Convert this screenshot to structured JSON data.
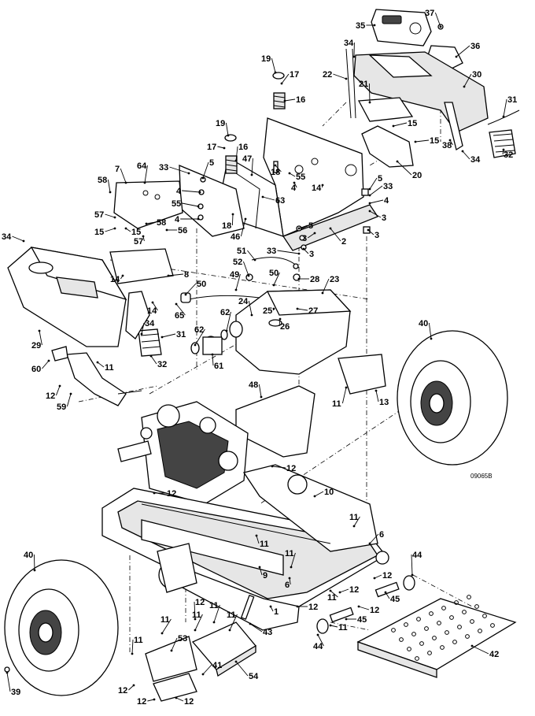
{
  "figure": {
    "reference_code": "09065B"
  },
  "callouts": [
    {
      "id": "c35",
      "text": "35"
    },
    {
      "id": "c37",
      "text": "37"
    },
    {
      "id": "c36",
      "text": "36"
    },
    {
      "id": "c34a",
      "text": "34"
    },
    {
      "id": "c22",
      "text": "22"
    },
    {
      "id": "c21",
      "text": "21"
    },
    {
      "id": "c30",
      "text": "30"
    },
    {
      "id": "c31a",
      "text": "31"
    },
    {
      "id": "c32a",
      "text": "32"
    },
    {
      "id": "c15a",
      "text": "15"
    },
    {
      "id": "c15b",
      "text": "15"
    },
    {
      "id": "c38",
      "text": "38"
    },
    {
      "id": "c34b",
      "text": "34"
    },
    {
      "id": "c20",
      "text": "20"
    },
    {
      "id": "c19a",
      "text": "19"
    },
    {
      "id": "c17a",
      "text": "17"
    },
    {
      "id": "c16a",
      "text": "16"
    },
    {
      "id": "c19b",
      "text": "19"
    },
    {
      "id": "c17b",
      "text": "17"
    },
    {
      "id": "c16b",
      "text": "16"
    },
    {
      "id": "c18",
      "text": "18"
    },
    {
      "id": "c47",
      "text": "47"
    },
    {
      "id": "c33a",
      "text": "33"
    },
    {
      "id": "c5a",
      "text": "5"
    },
    {
      "id": "c4a",
      "text": "4"
    },
    {
      "id": "c55a",
      "text": "55"
    },
    {
      "id": "c14a",
      "text": "14"
    },
    {
      "id": "c4b",
      "text": "4"
    },
    {
      "id": "c5b",
      "text": "5"
    },
    {
      "id": "c33b",
      "text": "33"
    },
    {
      "id": "c4c",
      "text": "4"
    },
    {
      "id": "c3a",
      "text": "3"
    },
    {
      "id": "c7",
      "text": "7"
    },
    {
      "id": "c64",
      "text": "64"
    },
    {
      "id": "c58a",
      "text": "58"
    },
    {
      "id": "c55b",
      "text": "55"
    },
    {
      "id": "c4d",
      "text": "4"
    },
    {
      "id": "c63",
      "text": "63"
    },
    {
      "id": "c57a",
      "text": "57"
    },
    {
      "id": "c15c",
      "text": "15"
    },
    {
      "id": "c15d",
      "text": "15"
    },
    {
      "id": "c58b",
      "text": "58"
    },
    {
      "id": "c56",
      "text": "56"
    },
    {
      "id": "c18b",
      "text": "18"
    },
    {
      "id": "c46",
      "text": "46"
    },
    {
      "id": "c57b",
      "text": "57"
    },
    {
      "id": "c3b",
      "text": "3"
    },
    {
      "id": "c5c",
      "text": "5"
    },
    {
      "id": "c2",
      "text": "2"
    },
    {
      "id": "c3c",
      "text": "3"
    },
    {
      "id": "c34c",
      "text": "34"
    },
    {
      "id": "c33c",
      "text": "33"
    },
    {
      "id": "c3d",
      "text": "3"
    },
    {
      "id": "c51",
      "text": "51"
    },
    {
      "id": "c52",
      "text": "52"
    },
    {
      "id": "c14b",
      "text": "14"
    },
    {
      "id": "c8",
      "text": "8"
    },
    {
      "id": "c49",
      "text": "49"
    },
    {
      "id": "c50a",
      "text": "50"
    },
    {
      "id": "c28",
      "text": "28"
    },
    {
      "id": "c50b",
      "text": "50"
    },
    {
      "id": "c23",
      "text": "23"
    },
    {
      "id": "c24",
      "text": "24"
    },
    {
      "id": "c25",
      "text": "25"
    },
    {
      "id": "c27",
      "text": "27"
    },
    {
      "id": "c26",
      "text": "26"
    },
    {
      "id": "c65",
      "text": "65"
    },
    {
      "id": "c14c",
      "text": "14"
    },
    {
      "id": "c34d",
      "text": "34"
    },
    {
      "id": "c62a",
      "text": "62"
    },
    {
      "id": "c62b",
      "text": "62"
    },
    {
      "id": "c29",
      "text": "29"
    },
    {
      "id": "c31b",
      "text": "31"
    },
    {
      "id": "c61",
      "text": "61"
    },
    {
      "id": "c40a",
      "text": "40"
    },
    {
      "id": "c60",
      "text": "60"
    },
    {
      "id": "c11a",
      "text": "11"
    },
    {
      "id": "c32b",
      "text": "32"
    },
    {
      "id": "c12a",
      "text": "12"
    },
    {
      "id": "c59",
      "text": "59"
    },
    {
      "id": "c48",
      "text": "48"
    },
    {
      "id": "c11b",
      "text": "11"
    },
    {
      "id": "c13",
      "text": "13"
    },
    {
      "id": "c12b",
      "text": "12"
    },
    {
      "id": "c10",
      "text": "10"
    },
    {
      "id": "c12c",
      "text": "12"
    },
    {
      "id": "c11c",
      "text": "11"
    },
    {
      "id": "c6a",
      "text": "6"
    },
    {
      "id": "c11d",
      "text": "11"
    },
    {
      "id": "c40b",
      "text": "40"
    },
    {
      "id": "c11e",
      "text": "11"
    },
    {
      "id": "c9",
      "text": "9"
    },
    {
      "id": "c12d",
      "text": "12"
    },
    {
      "id": "c44a",
      "text": "44"
    },
    {
      "id": "c6b",
      "text": "6"
    },
    {
      "id": "c12e",
      "text": "12"
    },
    {
      "id": "c11f",
      "text": "11"
    },
    {
      "id": "c12f",
      "text": "12"
    },
    {
      "id": "c45a",
      "text": "45"
    },
    {
      "id": "c12g",
      "text": "12"
    },
    {
      "id": "c11g",
      "text": "11"
    },
    {
      "id": "c11h",
      "text": "11"
    },
    {
      "id": "c11i",
      "text": "11"
    },
    {
      "id": "c12h",
      "text": "12"
    },
    {
      "id": "c45b",
      "text": "45"
    },
    {
      "id": "c1",
      "text": "1"
    },
    {
      "id": "c43",
      "text": "43"
    },
    {
      "id": "c11j",
      "text": "11"
    },
    {
      "id": "c44b",
      "text": "44"
    },
    {
      "id": "c42",
      "text": "42"
    },
    {
      "id": "c11k",
      "text": "11"
    },
    {
      "id": "c53",
      "text": "53"
    },
    {
      "id": "c11l",
      "text": "11"
    },
    {
      "id": "c41",
      "text": "41"
    },
    {
      "id": "c54",
      "text": "54"
    },
    {
      "id": "c12i",
      "text": "12"
    },
    {
      "id": "c12j",
      "text": "12"
    },
    {
      "id": "c12k",
      "text": "12"
    },
    {
      "id": "c39",
      "text": "39"
    }
  ]
}
